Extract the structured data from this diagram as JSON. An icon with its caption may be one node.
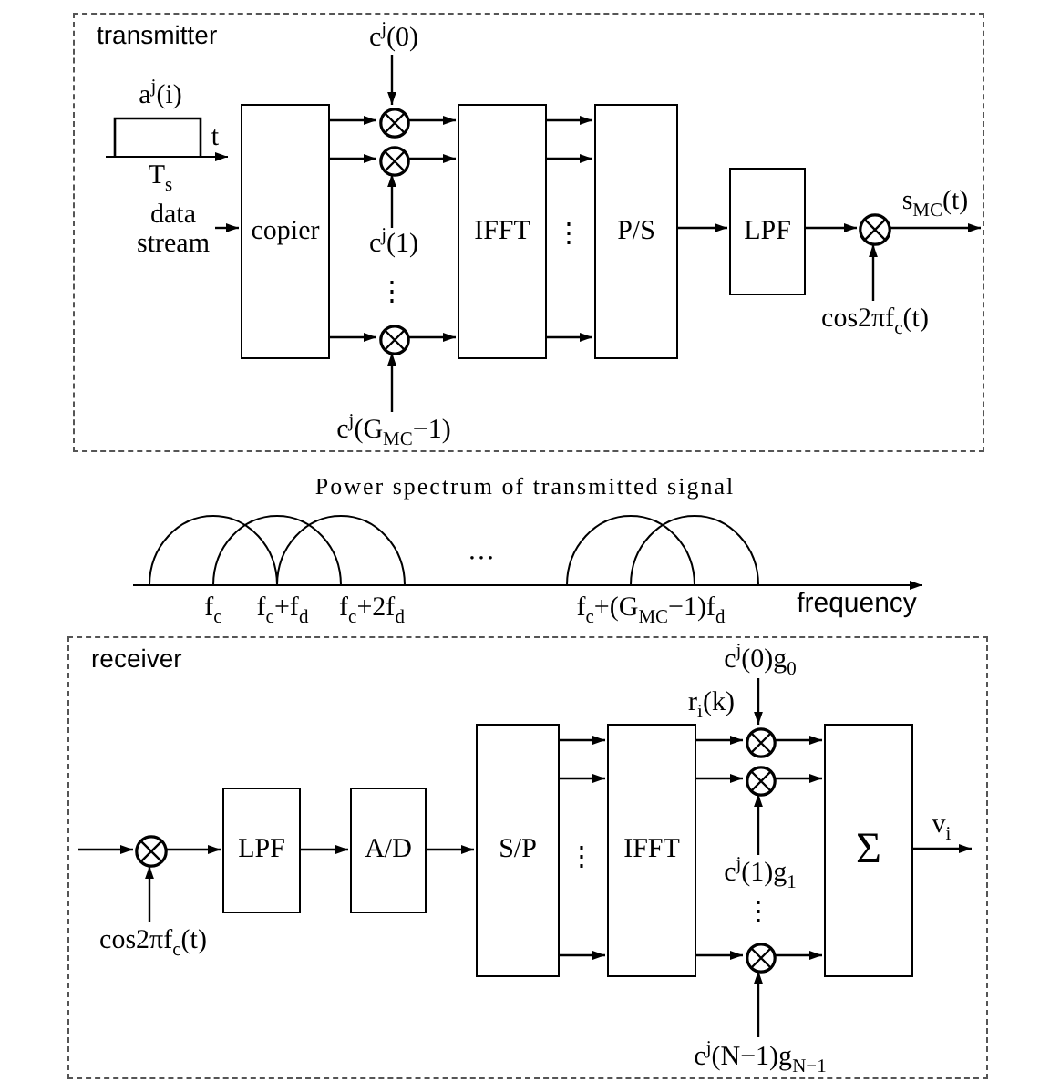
{
  "diagram": {
    "nodes": [
      {
        "text": [
          "transmitter"
        ]
      },
      {
        "text": [
          "data stream"
        ],
        "in": 0
      },
      {
        "text": [
          "copier"
        ],
        "in": 0
      },
      {
        "text": [],
        "shape": "circle",
        "in": 0
      },
      {
        "text": [],
        "shape": "circle",
        "in": 0
      },
      {
        "text": [],
        "shape": "circle",
        "in": 0
      },
      {
        "text": [
          "c$^{j}$(0)"
        ],
        "in": 0
      },
      {
        "text": [
          "c$^{j}$(1)"
        ],
        "in": 0
      },
      {
        "text": [
          "c$^{j}$(G$_{MC}$−1)"
        ],
        "in": 0
      },
      {
        "text": [
          "IFFT"
        ],
        "in": 0
      },
      {
        "text": [
          "P/S"
        ],
        "in": 0
      },
      {
        "text": [
          "LPF"
        ],
        "in": 0
      },
      {
        "text": [],
        "shape": "circle",
        "in": 0
      },
      {
        "text": [
          "cos2πf$_{c}$(t)"
        ],
        "in": 0
      },
      {
        "text": [
          "receiver"
        ]
      },
      {
        "text": [],
        "shape": "circle",
        "in": 14
      },
      {
        "text": [
          "cos2πf$_{c}$(t)"
        ],
        "in": 14
      },
      {
        "text": [
          "LPF"
        ],
        "in": 14
      },
      {
        "text": [
          "A/D"
        ],
        "in": 14
      },
      {
        "text": [
          "S/P"
        ],
        "in": 14
      },
      {
        "text": [
          "IFFT"
        ],
        "in": 14
      },
      {
        "text": [],
        "shape": "circle",
        "in": 14
      },
      {
        "text": [],
        "shape": "circle",
        "in": 14
      },
      {
        "text": [],
        "shape": "circle",
        "in": 14
      },
      {
        "text": [
          "c$^{j}$(0)g$_{0}$"
        ],
        "in": 14
      },
      {
        "text": [
          "c$^{j}$(1)g$_{1}$"
        ],
        "in": 14
      },
      {
        "text": [
          "c$^{j}$(N−1)g$_{N−1}$"
        ],
        "in": 14
      },
      {
        "text": [
          "Σ"
        ],
        "in": 14
      }
    ],
    "edges": [
      {
        "from": 1,
        "to": 2,
        "arrow": "to"
      },
      {
        "from": 2,
        "to": 3,
        "arrow": "to"
      },
      {
        "from": 2,
        "to": 4,
        "arrow": "to"
      },
      {
        "from": 2,
        "to": 5,
        "arrow": "to"
      },
      {
        "from": 6,
        "to": 3,
        "arrow": "to"
      },
      {
        "from": 7,
        "to": 4,
        "arrow": "to"
      },
      {
        "from": 8,
        "to": 5,
        "arrow": "to"
      },
      {
        "from": 3,
        "to": 9,
        "arrow": "to"
      },
      {
        "from": 4,
        "to": 9,
        "arrow": "to"
      },
      {
        "from": 5,
        "to": 9,
        "arrow": "to"
      },
      {
        "from": 9,
        "to": 10,
        "arrow": "to"
      },
      {
        "from": 9,
        "to": 10,
        "arrow": "to"
      },
      {
        "from": 9,
        "to": 10,
        "arrow": "to"
      },
      {
        "from": 10,
        "to": 11,
        "arrow": "to"
      },
      {
        "from": 11,
        "to": 12,
        "arrow": "to"
      },
      {
        "from": 13,
        "to": 12,
        "arrow": "to"
      },
      {
        "from": 12,
        "to": null,
        "arrow": "to",
        "label": "s$_{MC}$(t)"
      },
      {
        "from": null,
        "to": 15,
        "arrow": "to"
      },
      {
        "from": 16,
        "to": 15,
        "arrow": "to"
      },
      {
        "from": 15,
        "to": 17,
        "arrow": "to"
      },
      {
        "from": 17,
        "to": 18,
        "arrow": "to"
      },
      {
        "from": 18,
        "to": 19,
        "arrow": "to"
      },
      {
        "from": 19,
        "to": 20,
        "arrow": "to"
      },
      {
        "from": 19,
        "to": 20,
        "arrow": "to"
      },
      {
        "from": 19,
        "to": 20,
        "arrow": "to"
      },
      {
        "from": 20,
        "to": 21,
        "arrow": "to",
        "label": "r$_{i}$(k)"
      },
      {
        "from": 20,
        "to": 22,
        "arrow": "to"
      },
      {
        "from": 20,
        "to": 23,
        "arrow": "to"
      },
      {
        "from": 24,
        "to": 21,
        "arrow": "to"
      },
      {
        "from": 25,
        "to": 22,
        "arrow": "to"
      },
      {
        "from": 26,
        "to": 23,
        "arrow": "to"
      },
      {
        "from": 21,
        "to": 27,
        "arrow": "to"
      },
      {
        "from": 22,
        "to": 27,
        "arrow": "to"
      },
      {
        "from": 23,
        "to": 27,
        "arrow": "to"
      },
      {
        "from": 27,
        "to": null,
        "arrow": "to",
        "label": "v$_{i}$"
      }
    ],
    "labels": [
      "a$^{j}$(i)",
      "t",
      "T$_{s}$",
      "⋮",
      "⋮",
      "Power spectrum of transmitted signal",
      "f$_{c}$",
      "f$_{c}$+f$_{d}$",
      "f$_{c}$+2f$_{d}$",
      "…",
      "f$_{c}$+(G$_{MC}$−1)f$_{d}$",
      "frequency",
      "⋮",
      "⋮"
    ]
  }
}
